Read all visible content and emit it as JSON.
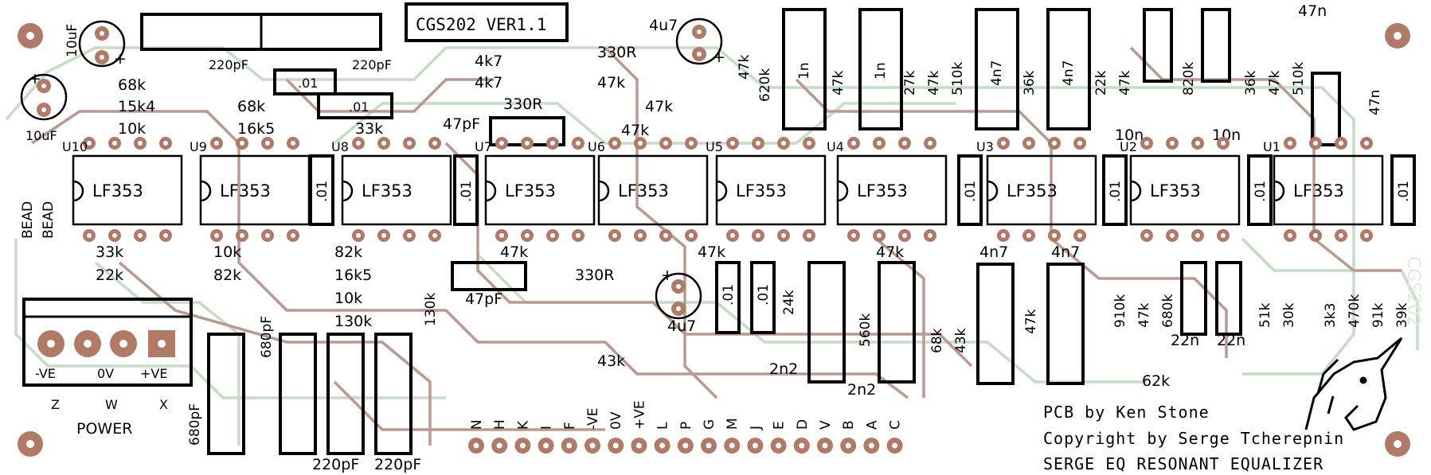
{
  "board": {
    "title": "CGS202  VER1.1",
    "credit_pcb": "PCB by Ken Stone",
    "credit_copyright": "Copyright by Serge Tcherepnin",
    "product": "SERGE EQ   RESONANT EQUALIZER",
    "side_text": "CGS202",
    "colors": {
      "background": "#ffffff",
      "pad": "#b07a66",
      "trace_top": "#b99a91",
      "trace_bottom": "#c5dcc5",
      "ink": "#000000"
    }
  },
  "ics": [
    {
      "ref": "U10",
      "part": "LF353"
    },
    {
      "ref": "U9",
      "part": "LF353"
    },
    {
      "ref": "U8",
      "part": "LF353"
    },
    {
      "ref": "U7",
      "part": "LF353"
    },
    {
      "ref": "U6",
      "part": "LF353"
    },
    {
      "ref": "U5",
      "part": "LF353"
    },
    {
      "ref": "U4",
      "part": "LF353"
    },
    {
      "ref": "U3",
      "part": "LF353"
    },
    {
      "ref": "U2",
      "part": "LF353"
    },
    {
      "ref": "U1",
      "part": "LF353"
    }
  ],
  "power": {
    "label": "POWER",
    "terminals": [
      "-VE",
      "0V",
      "+VE"
    ],
    "pins": [
      "Z",
      "W",
      "X"
    ]
  },
  "connector_pins": [
    "N",
    "H",
    "K",
    "I",
    "F",
    "-VE",
    "0V",
    "+VE",
    "L",
    "P",
    "G",
    "M",
    "J",
    "E",
    "D",
    "V",
    "B",
    "A",
    "C"
  ],
  "caps": {
    "electrolytic_1": "10uF",
    "electrolytic_2": "10uF",
    "electrolytic_3": "4u7",
    "electrolytic_4": "4u7",
    "c220a": "220pF",
    "c220b": "220pF",
    "c220c": "220pF",
    "c220d": "220pF",
    "c680a": "680pF",
    "c680b": "680pF",
    "c01": ".01",
    "c47pa": "47pF",
    "c47pb": "47pF",
    "c1n": "1n",
    "c4n7": "4n7",
    "c47n": "47n",
    "c10n": "10n",
    "c22n": "22n",
    "c2n2": "2n2"
  },
  "resistors": {
    "r68k": "68k",
    "r15k4": "15k4",
    "r10k": "10k",
    "r16k5": "16k5",
    "r33k": "33k",
    "r22k": "22k",
    "r82k": "82k",
    "r130k": "130k",
    "r4k7": "4k7",
    "r330r": "330R",
    "r47k": "47k",
    "r43k": "43k",
    "r620k": "620k",
    "r27k": "27k",
    "r510k": "510k",
    "r36k": "36k",
    "r820k": "820k",
    "r24k": "24k",
    "r560k": "560k",
    "r910k": "910k",
    "r680k": "680k",
    "r51k": "51k",
    "r30k": "30k",
    "r3k3": "3k3",
    "r470k": "470k",
    "r91k": "91k",
    "r39k": "39k",
    "r62k": "62k"
  },
  "beads": {
    "bead": "BEAD"
  }
}
